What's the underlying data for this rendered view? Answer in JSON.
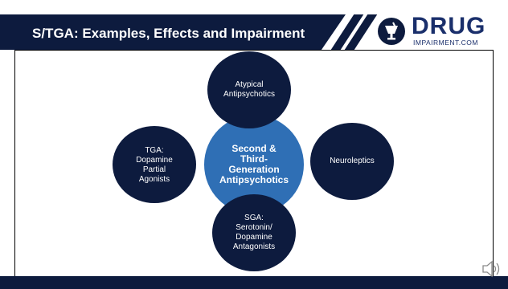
{
  "slide": {
    "title": "S/TGA: Examples, Effects and Impairment",
    "logo_text": "DRUG",
    "logo_subtext": "IMPAIRMENT.COM"
  },
  "diagram": {
    "center": "Second &\nThird-\nGeneration\nAntipsychotics",
    "nodes": {
      "top": "Atypical\nAntipsychotics",
      "right": "Neuroleptics",
      "bottom": "SGA:\nSerotonin/\nDopamine\nAntagonists",
      "left": "TGA:\nDopamine\nPartial\nAgonists"
    }
  },
  "colors": {
    "navy": "#0d1b3e",
    "center_blue": "#2f6fb5",
    "logo_blue": "#1a2f6b"
  },
  "icons": [
    "logo-mortar-icon",
    "speaker-icon"
  ]
}
